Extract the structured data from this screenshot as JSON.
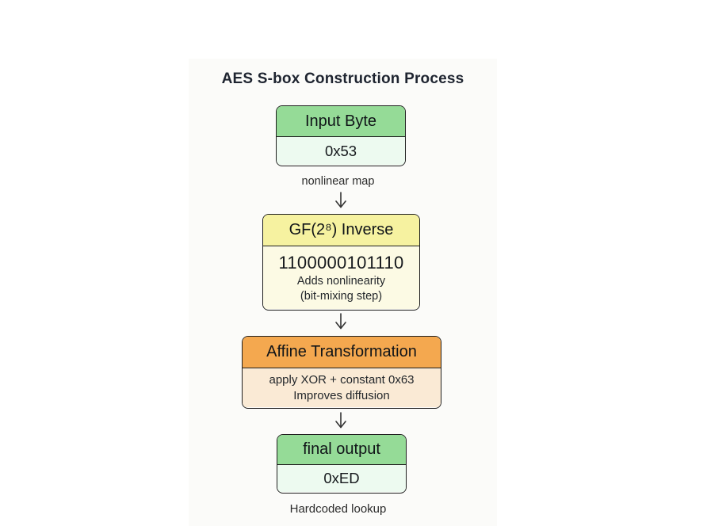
{
  "diagram": {
    "title": "AES S-box Construction Process",
    "nodes": {
      "input": {
        "header": "Input Byte",
        "value": "0x53"
      },
      "gf_inverse": {
        "header": "GF(2⁸) Inverse",
        "value": "1100000101110",
        "note1": "Adds nonlinearity",
        "note2": "(bit-mixing step)"
      },
      "affine": {
        "header": "Affine Transformation",
        "note1": "apply XOR + constant 0x63",
        "note2": "Improves diffusion"
      },
      "output": {
        "header": "final output",
        "value": "0xED"
      }
    },
    "edge_labels": {
      "nonlinear_map": "nonlinear map",
      "hardcoded_lookup": "Hardcoded lookup"
    },
    "colors": {
      "canvas_bg": "#fbfbf9",
      "title_color": "#1e2430",
      "border": "#1f1f1f",
      "arrow": "#333333",
      "green_header": "#95db97",
      "green_body": "#edfaf0",
      "yellow_header": "#f6f2a0",
      "yellow_body": "#fcfae4",
      "orange_header": "#f4a84f",
      "orange_body": "#faead5"
    }
  }
}
